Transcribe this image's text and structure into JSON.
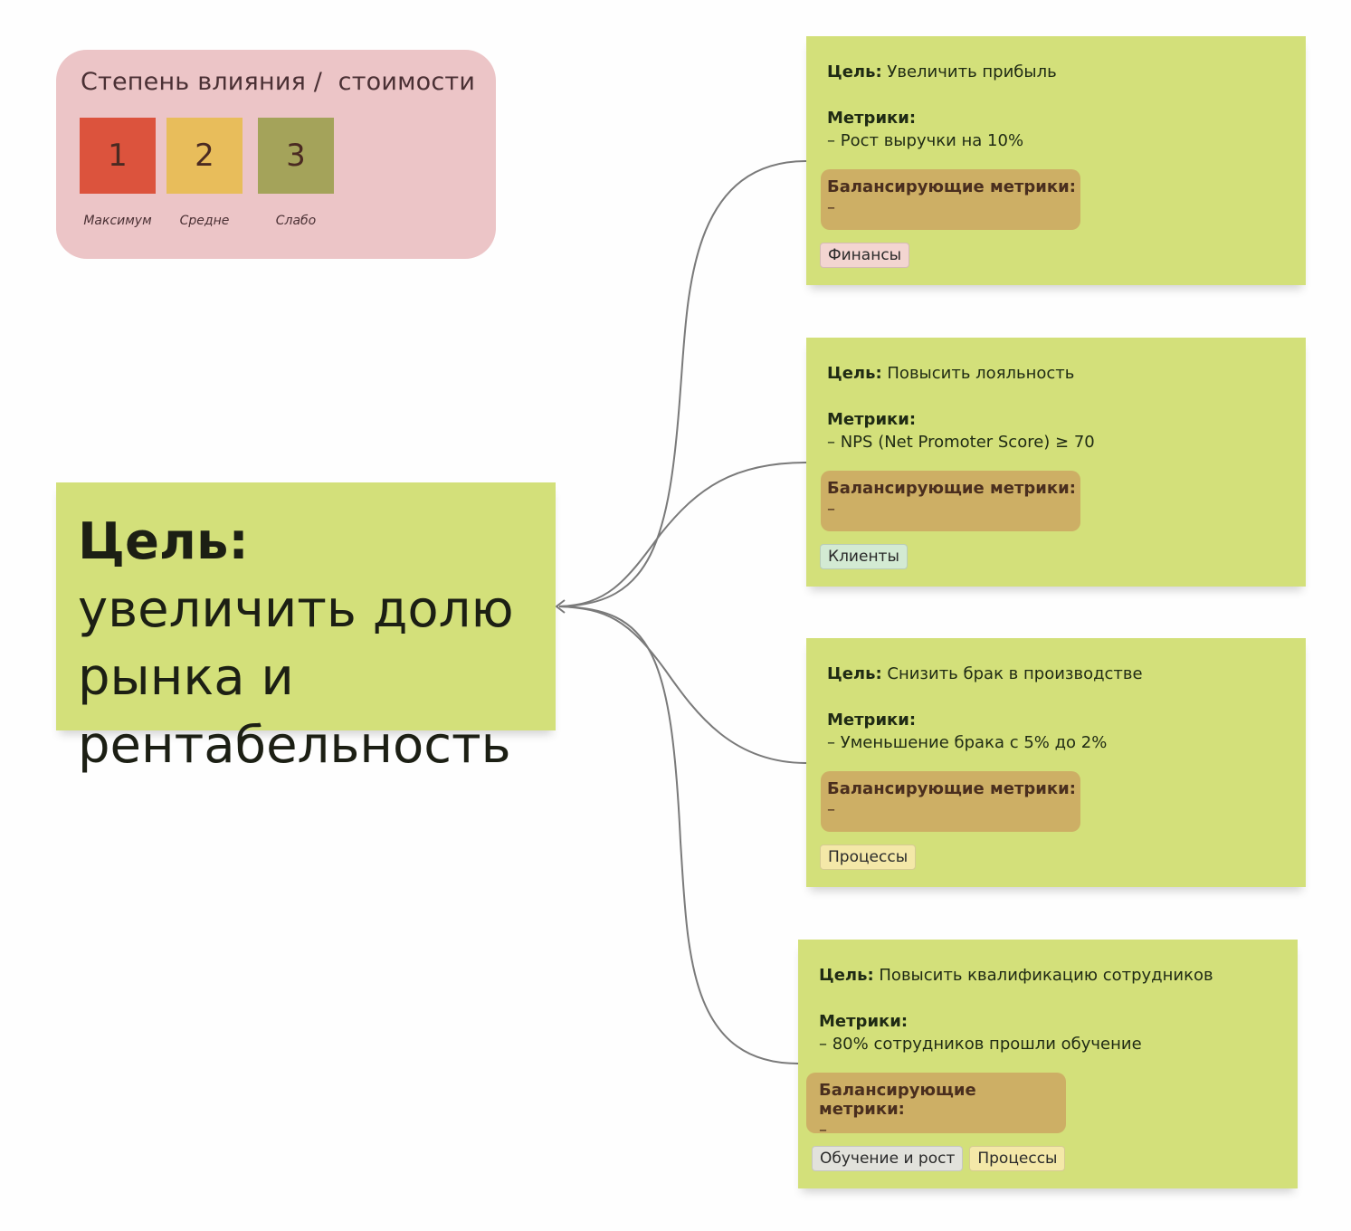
{
  "legend": {
    "title": "Степень влияния /  стоимости",
    "items": [
      {
        "value": "1",
        "label": "Максимум",
        "color": "#dc533d"
      },
      {
        "value": "2",
        "label": "Средне",
        "color": "#e8bd5b"
      },
      {
        "value": "3",
        "label": "Слабо",
        "color": "#a4a35a"
      }
    ]
  },
  "main_goal": {
    "label": "Цель:",
    "text": " увеличить долю рынка и рентабельность"
  },
  "cards": [
    {
      "goal_label": "Цель:",
      "goal_text": " Увеличить прибыль",
      "metrics_label": "Метрики:",
      "metric": "– Рост выручки на 10%",
      "balance_label": "Балансирующие метрики:",
      "balance_value": "–",
      "tags": [
        {
          "text": "Финансы",
          "color": "#f3d5d1"
        }
      ]
    },
    {
      "goal_label": "Цель:",
      "goal_text": " Повысить лояльность",
      "metrics_label": "Метрики:",
      "metric": "– NPS (Net Promoter Score) ≥ 70",
      "balance_label": "Балансирующие метрики:",
      "balance_value": "–",
      "tags": [
        {
          "text": "Клиенты",
          "color": "#d3ead3"
        }
      ]
    },
    {
      "goal_label": "Цель:",
      "goal_text": " Снизить брак в производстве",
      "metrics_label": "Метрики:",
      "metric": "– Уменьшение брака с 5% до 2%",
      "balance_label": "Балансирующие метрики:",
      "balance_value": "–",
      "tags": [
        {
          "text": "Процессы",
          "color": "#f4e8a8"
        }
      ]
    },
    {
      "goal_label": "Цель:",
      "goal_text": " Повысить квалификацию сотрудников",
      "metrics_label": "Метрики:",
      "metric": "– 80% сотрудников прошли обучение",
      "balance_label": "Балансирующие метрики:",
      "balance_value": "–",
      "tags": [
        {
          "text": "Обучение и рост",
          "color": "#e2e2dc"
        },
        {
          "text": "Процессы",
          "color": "#f4e8a8"
        }
      ]
    }
  ]
}
